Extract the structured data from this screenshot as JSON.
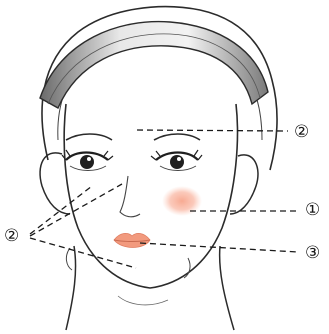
{
  "labels": {
    "forehead": "②",
    "cheek": "①",
    "lips": "③",
    "left": "②"
  },
  "colors": {
    "outline": "#2b2b2b",
    "blush": "#f7a58c",
    "lips": "#f29a7e",
    "leader": "#1a1a1a",
    "headband": "#9a9a9a"
  },
  "figure": {
    "subject": "face-illustration",
    "regions": [
      "forehead",
      "cheek",
      "lips",
      "nose-side",
      "chin"
    ]
  }
}
